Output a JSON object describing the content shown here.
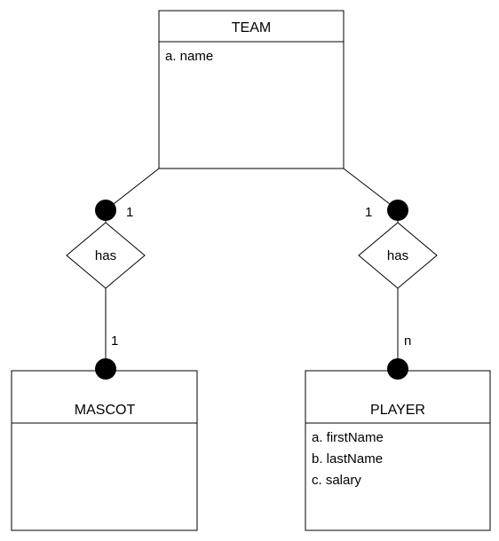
{
  "entities": {
    "team": {
      "title": "TEAM",
      "attributes": [
        "a. name"
      ]
    },
    "mascot": {
      "title": "MASCOT",
      "attributes": []
    },
    "player": {
      "title": "PLAYER",
      "attributes": [
        "a. firstName",
        "b. lastName",
        "c. salary"
      ]
    }
  },
  "relationships": {
    "team_mascot": {
      "label": "has",
      "team_cardinality": "1",
      "mascot_cardinality": "1"
    },
    "team_player": {
      "label": "has",
      "team_cardinality": "1",
      "player_cardinality": "n"
    }
  }
}
